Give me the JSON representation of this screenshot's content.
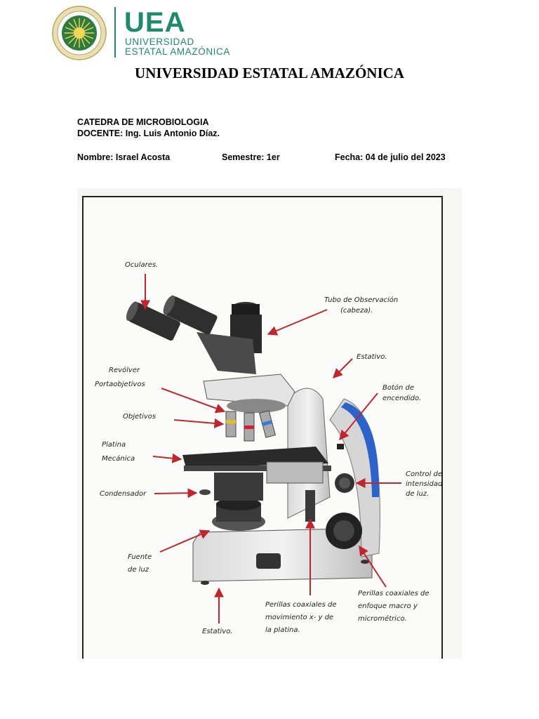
{
  "logo": {
    "acronym": "UEA",
    "line1": "UNIVERSIDAD",
    "line2": "ESTATAL AMAZÓNICA"
  },
  "title": "UNIVERSIDAD ESTATAL AMAZÓNICA",
  "header": {
    "catedra": "CATEDRA DE MICROBIOLOGIA",
    "docente": "DOCENTE: Ing. Luis Antonio Díaz.",
    "nombre": "Nombre: Israel Acosta",
    "semestre": "Semestre: 1er",
    "fecha": "Fecha: 04 de julio del 2023"
  },
  "diagram": {
    "labels": {
      "oculares": "Oculares.",
      "tubo1": "Tubo de Observación",
      "tubo2": "(cabeza).",
      "estativo_top": "Estativo.",
      "revolver1": "Revólver",
      "revolver2": "Portaobjetivos",
      "boton1": "Botón de",
      "boton2": "encendido.",
      "objetivos": "Objetivos",
      "platina1": "Platina",
      "platina2": "Mecánica",
      "control1": "Control de",
      "control2": "intensidad",
      "control3": "de luz.",
      "condensador": "Condensador",
      "fuente1": "Fuente",
      "fuente2": "de luz",
      "perillas_xy1": "Perillas coaxiales de",
      "perillas_xy2": "movimiento x- y de",
      "perillas_xy3": "la platina.",
      "perillas_foco1": "Perillas coaxiales de",
      "perillas_foco2": "enfoque macro y",
      "perillas_foco3": "micrométrico.",
      "estativo_bottom": "Estativo."
    }
  }
}
